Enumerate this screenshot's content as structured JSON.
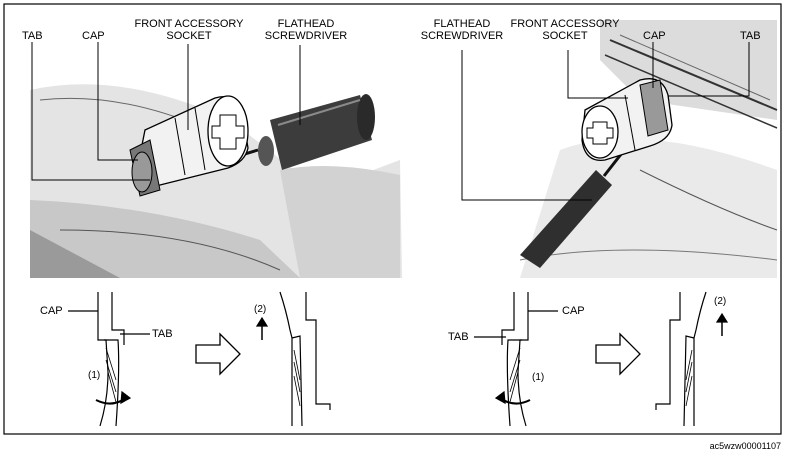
{
  "labels": {
    "tab": "TAB",
    "cap": "CAP",
    "front_accessory_socket_1": "FRONT ACCESSORY",
    "front_accessory_socket_2": "SOCKET",
    "flathead_screwdriver_1": "FLATHEAD",
    "flathead_screwdriver_2": "SCREWDRIVER",
    "step1": "(1)",
    "step2": "(2)"
  },
  "figure_code": "ac5wzw00001107"
}
